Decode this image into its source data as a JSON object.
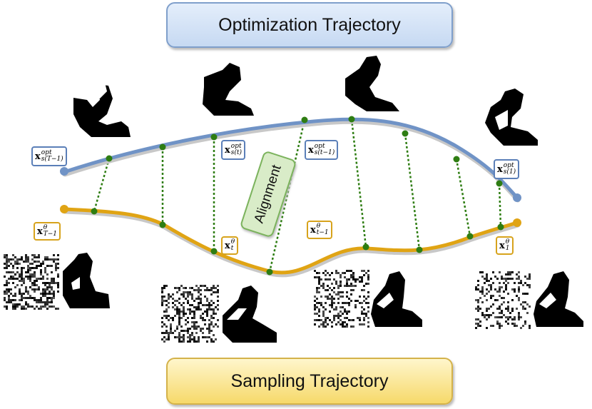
{
  "top_banner": "Optimization Trajectory",
  "bottom_banner": "Sampling Trajectory",
  "alignment_label": "Alignment",
  "labels": {
    "opt_T1": {
      "var": "x",
      "sup": "opt",
      "sub": "s(T−1)"
    },
    "opt_t": {
      "var": "x",
      "sup": "opt",
      "sub": "s(t)"
    },
    "opt_t1": {
      "var": "x",
      "sup": "opt",
      "sub": "s(t−1)"
    },
    "opt_1": {
      "var": "x",
      "sup": "opt",
      "sub": "s(1)"
    },
    "samp_T1": {
      "var": "x",
      "sup": "θ",
      "sub": "T−1"
    },
    "samp_t": {
      "var": "x",
      "sup": "θ",
      "sub": "t"
    },
    "samp_t1": {
      "var": "x",
      "sup": "θ",
      "sub": "t−1"
    },
    "samp_1": {
      "var": "x",
      "sup": "θ",
      "sub": "1"
    }
  },
  "colors": {
    "opt_curve": "#7093c6",
    "samp_curve": "#e0a414",
    "alignment_link": "#2e7d12"
  }
}
